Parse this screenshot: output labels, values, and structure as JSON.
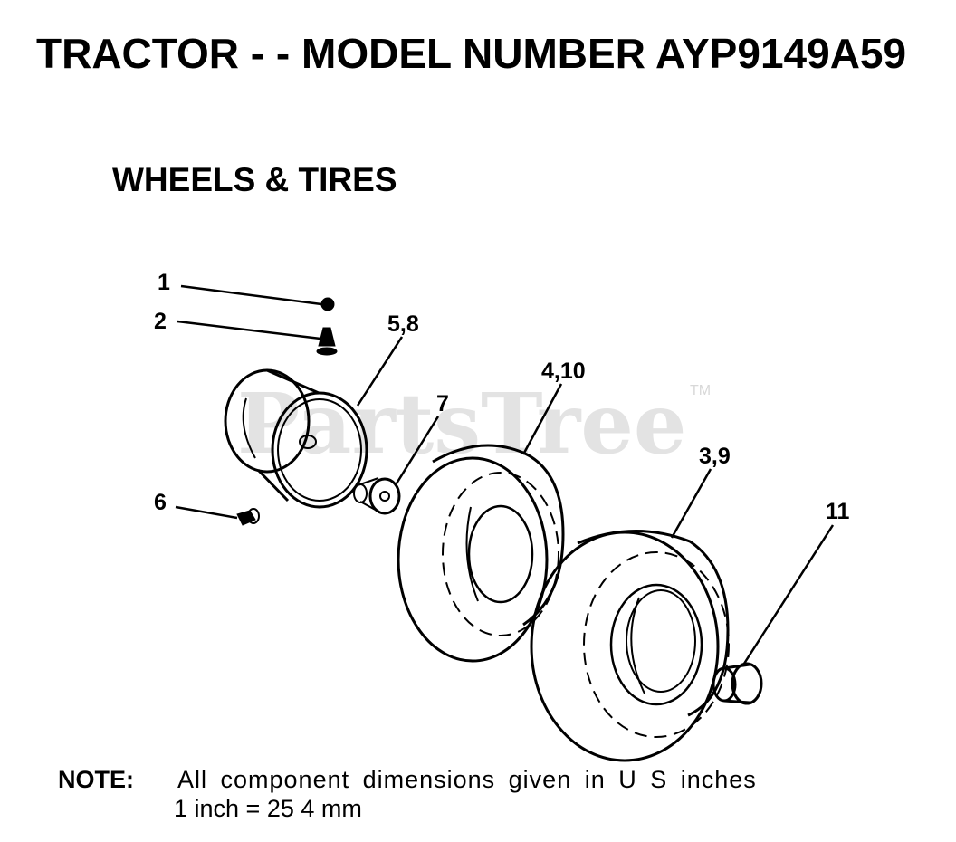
{
  "header": {
    "title": "TRACTOR - - MODEL NUMBER AYP9149A59",
    "subtitle": "WHEELS & TIRES"
  },
  "watermark": {
    "text": "PartsTree",
    "tm": "TM"
  },
  "callouts": {
    "c1": "1",
    "c2": "2",
    "c58": "5,8",
    "c410": "4,10",
    "c7": "7",
    "c39": "3,9",
    "c6": "6",
    "c11": "11"
  },
  "note": {
    "label": "NOTE:",
    "line1": "All component dimensions given in U S  inches",
    "line2": "1 inch = 25 4 mm"
  }
}
